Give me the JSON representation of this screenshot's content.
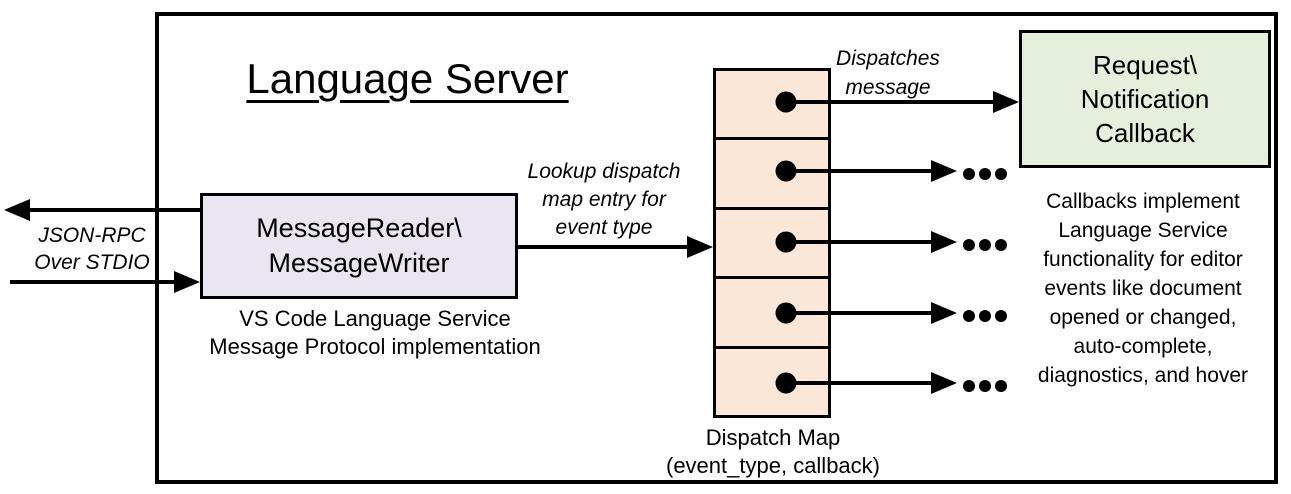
{
  "diagram": {
    "title": "Language Server",
    "left_io": {
      "label": "JSON-RPC\nOver STDIO"
    },
    "reader_box": {
      "label": "MessageReader\\\nMessageWriter",
      "caption": "VS Code Language Service\nMessage Protocol implementation"
    },
    "lookup_label": "Lookup dispatch\nmap entry for\nevent type",
    "dispatch_map": {
      "entry_count": 5,
      "caption": "Dispatch Map\n(event_type, callback)"
    },
    "dispatches_label": "Dispatches\nmessage",
    "callback_box": {
      "label": "Request\\\nNotification\nCallback",
      "caption": "Callbacks implement\nLanguage Service\nfunctionality for editor\nevents like document\nopened or changed,\nauto-complete,\ndiagnostics, and hover"
    },
    "colors": {
      "reader_box_fill": "#E9E6EF",
      "dispatch_cell_fill": "#FBE7D7",
      "callback_box_fill": "#E6EEDC",
      "line": "#000000",
      "background": "#FFFFFF"
    }
  }
}
